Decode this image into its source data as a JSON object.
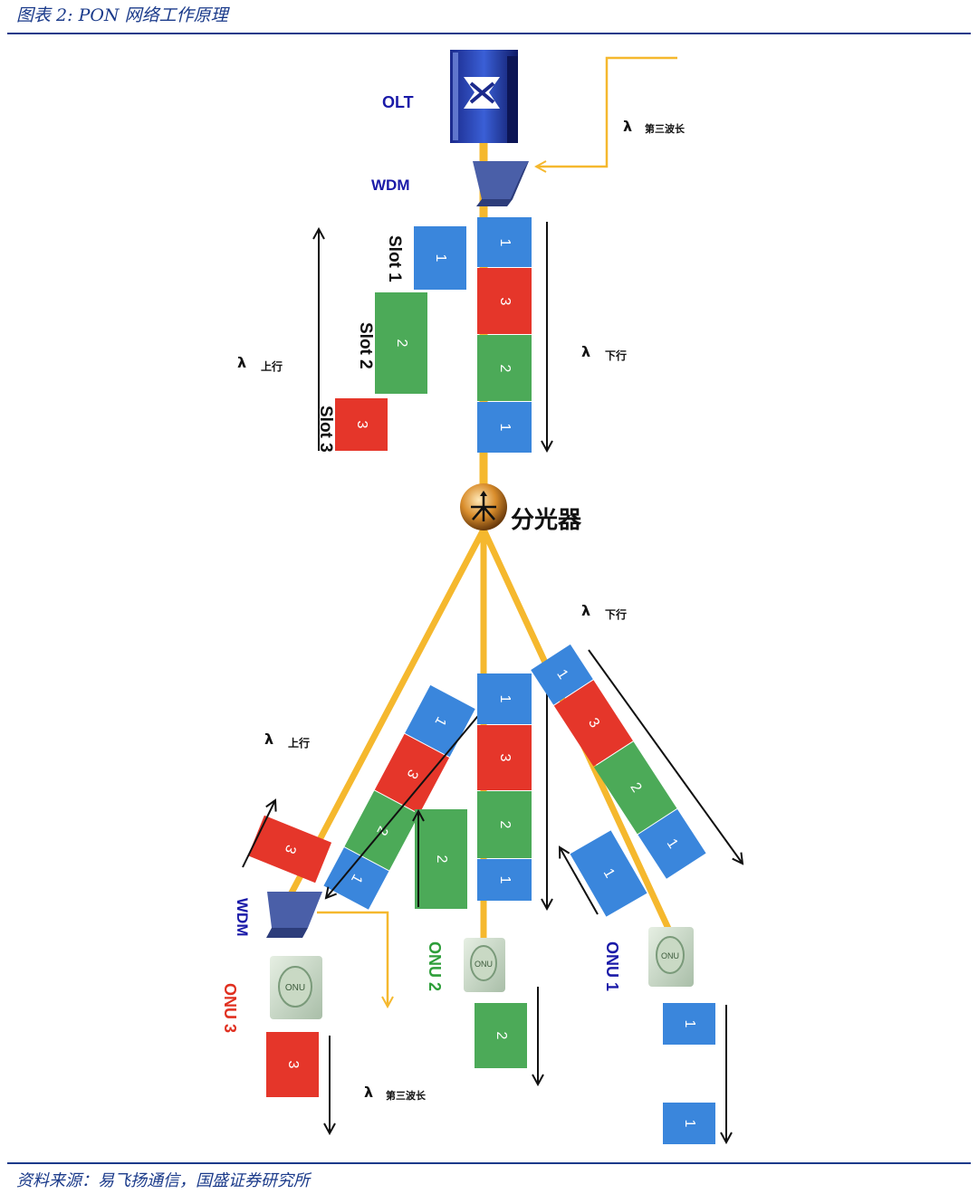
{
  "figure_title": "图表 2:  PON 网络工作原理",
  "source": "资料来源：易飞扬通信，国盛证券研究所",
  "labels": {
    "olt": "OLT",
    "wdm_top": "WDM",
    "wdm_bottom": "WDM",
    "splitter": "分光器",
    "third_wavelength_top": "第三波长",
    "third_wavelength_bottom": "第三波长",
    "upstream_top": "上行",
    "upstream_bottom": "上行",
    "downstream_top": "下行",
    "downstream_bottom": "下行",
    "lambda": "λ",
    "slot1": "Slot 1",
    "slot2": "Slot 2",
    "slot3": "Slot 3",
    "onu1": "ONU 1",
    "onu2": "ONU 2",
    "onu3": "ONU 3",
    "onu_device": "ONU"
  },
  "packets": {
    "downstream_trunk": [
      "1",
      "3",
      "2",
      "1"
    ],
    "upstream_trunk": [
      "1",
      "2",
      "3"
    ],
    "branch_left": [
      "1",
      "3",
      "2",
      "1"
    ],
    "branch_mid": [
      "1",
      "3",
      "2",
      "1"
    ],
    "branch_right": [
      "1",
      "3",
      "2",
      "1"
    ],
    "up_onu3": "3",
    "up_onu2": "2",
    "up_onu1": "1",
    "out_onu3": "3",
    "out_onu2": "2",
    "out_onu1": [
      "1",
      "1"
    ]
  },
  "colors": {
    "packet_1": "#3a86dc",
    "packet_2": "#4caa58",
    "packet_3": "#e5362a",
    "fiber": "#f5b82e",
    "accent_blue": "#1a3a8a"
  }
}
